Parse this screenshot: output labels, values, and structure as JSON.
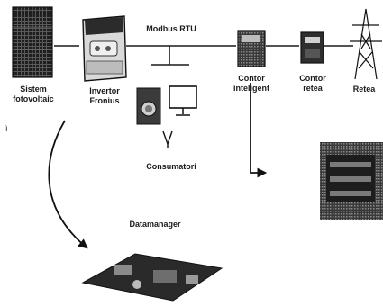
{
  "diagram": {
    "bus_label": "Modbus RTU",
    "nodes": {
      "pv": {
        "line1": "Sistem",
        "line2": "fotovoltaic",
        "icon": "solar-panel-icon"
      },
      "inverter": {
        "line1": "Invertor",
        "line2": "Fronius",
        "icon": "inverter-icon"
      },
      "smart_meter": {
        "line1": "Contor",
        "line2": "inteligent",
        "icon": "smart-meter-icon"
      },
      "grid_meter": {
        "line1": "Contor",
        "line2": "retea",
        "icon": "grid-meter-icon"
      },
      "grid": {
        "label": "Retea",
        "icon": "power-pylon-icon"
      },
      "consumers": {
        "label": "Consumatori",
        "icons": [
          "washing-machine-icon",
          "monitor-icon",
          "lamp-icon"
        ]
      },
      "datamanager": {
        "label": "Datamanager",
        "icon": "circuit-board-icon"
      },
      "installation_photo": {
        "icon": "installation-photo-icon"
      }
    },
    "stray_mark": "ì"
  }
}
